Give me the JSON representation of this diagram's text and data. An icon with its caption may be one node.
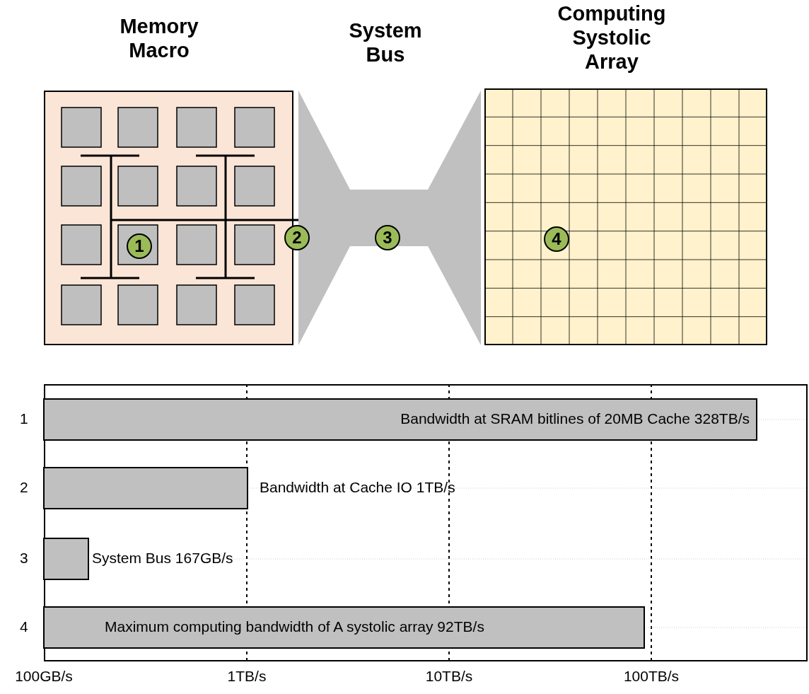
{
  "diagram": {
    "nodes": [
      {
        "text": [
          "Memory Macro"
        ]
      },
      {
        "text": [
          "System Bus"
        ]
      },
      {
        "text": [
          "Computing Systolic Array"
        ]
      }
    ],
    "labels": [
      "1",
      "2",
      "3",
      "4",
      "1",
      "Bandwidth at SRAM bitlines of 20MB Cache 328TB/s",
      "2",
      "Bandwidth at Cache IO 1TB/s",
      "3",
      "System Bus 167GB/s",
      "4",
      "Maximum computing bandwidth of A systolic array 92TB/s",
      "100GB/s",
      "1TB/s",
      "10TB/s",
      "100TB/s"
    ]
  }
}
